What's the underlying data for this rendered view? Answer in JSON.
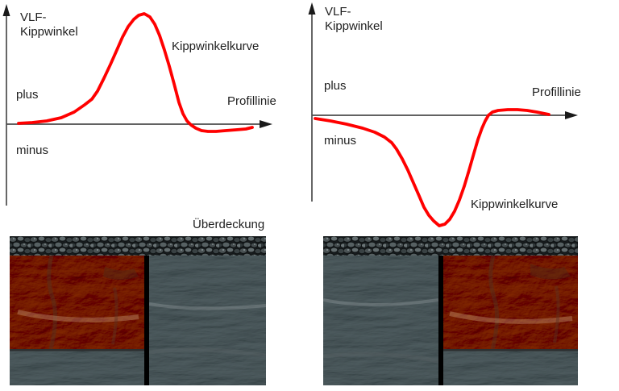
{
  "colors": {
    "curve": "#ff0000",
    "axis": "#4c4c4c",
    "text": "#1f1f1f",
    "fault_line": "#000000",
    "rock_brown_base": "#a06a48",
    "rock_gray_base": "#7b8486",
    "gravel_base": "#181c1e"
  },
  "geology": {
    "overburden_label": "Überdeckung"
  },
  "panels": [
    {
      "id": "positive-anomaly",
      "y_axis_label_line1": "VLF-",
      "y_axis_label_line2": "Kippwinkel",
      "plus_label": "plus",
      "minus_label": "minus",
      "x_axis_label": "Profillinie",
      "curve_label": "Kippwinkelkurve",
      "curve_points": [
        [
          23,
          153
        ],
        [
          40,
          152
        ],
        [
          58,
          150
        ],
        [
          76,
          146
        ],
        [
          92,
          139
        ],
        [
          105,
          130
        ],
        [
          114,
          123
        ],
        [
          121,
          113
        ],
        [
          129,
          97
        ],
        [
          137,
          80
        ],
        [
          145,
          62
        ],
        [
          152,
          46
        ],
        [
          159,
          33
        ],
        [
          166,
          24
        ],
        [
          172,
          19
        ],
        [
          179,
          17
        ],
        [
          186,
          21
        ],
        [
          192,
          30
        ],
        [
          198,
          44
        ],
        [
          204,
          62
        ],
        [
          210,
          82
        ],
        [
          216,
          104
        ],
        [
          222,
          127
        ],
        [
          227,
          141
        ],
        [
          232,
          150
        ],
        [
          237,
          155
        ],
        [
          243,
          159
        ],
        [
          250,
          162
        ],
        [
          258,
          163
        ],
        [
          268,
          163
        ],
        [
          280,
          162
        ],
        [
          293,
          161
        ],
        [
          305,
          160
        ],
        [
          313,
          158
        ]
      ]
    },
    {
      "id": "negative-anomaly",
      "y_axis_label_line1": "VLF-",
      "y_axis_label_line2": "Kippwinkel",
      "plus_label": "plus",
      "minus_label": "minus",
      "x_axis_label": "Profillinie",
      "curve_label": "Kippwinkelkurve",
      "curve_points": [
        [
          391,
          147
        ],
        [
          410,
          150
        ],
        [
          430,
          154
        ],
        [
          450,
          159
        ],
        [
          465,
          164
        ],
        [
          477,
          170
        ],
        [
          486,
          177
        ],
        [
          492,
          185
        ],
        [
          499,
          197
        ],
        [
          506,
          211
        ],
        [
          513,
          227
        ],
        [
          520,
          243
        ],
        [
          526,
          257
        ],
        [
          532,
          267
        ],
        [
          538,
          274
        ],
        [
          545,
          280
        ],
        [
          552,
          278
        ],
        [
          558,
          272
        ],
        [
          564,
          262
        ],
        [
          570,
          248
        ],
        [
          576,
          231
        ],
        [
          582,
          211
        ],
        [
          588,
          190
        ],
        [
          593,
          173
        ],
        [
          598,
          159
        ],
        [
          602,
          150
        ],
        [
          606,
          143
        ],
        [
          611,
          139
        ],
        [
          618,
          137
        ],
        [
          630,
          136
        ],
        [
          642,
          136
        ],
        [
          654,
          137
        ],
        [
          666,
          139
        ],
        [
          681,
          142
        ]
      ]
    }
  ]
}
